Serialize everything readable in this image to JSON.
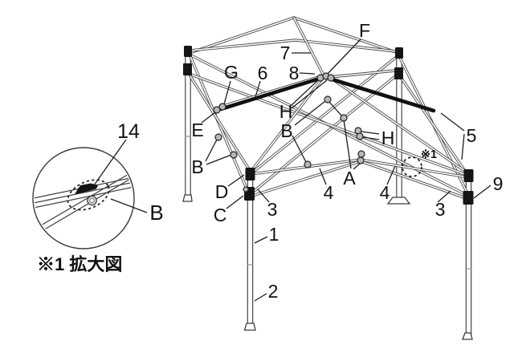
{
  "detail_view": {
    "label_14": "14",
    "label_b": "B",
    "caption": "※1 拡大図"
  },
  "main_view": {
    "ref_note": "※1",
    "labels": {
      "f": "F",
      "g": "G",
      "e": "E",
      "h_left": "H",
      "h_right": "H",
      "a": "A",
      "b_upper": "B",
      "b_lower": "B",
      "c": "C",
      "d": "D",
      "n1": "1",
      "n2": "2",
      "n3_left": "3",
      "n3_right": "3",
      "n4_left": "4",
      "n4_right": "4",
      "n5": "5",
      "n6": "6",
      "n7": "7",
      "n8": "8",
      "n9": "9"
    }
  },
  "colors": {
    "background": "#ffffff",
    "frame_line": "#4a4a4a",
    "ridge_bar": "#111111",
    "connector_dot": "#b8b8b8",
    "label_text": "#111111"
  }
}
